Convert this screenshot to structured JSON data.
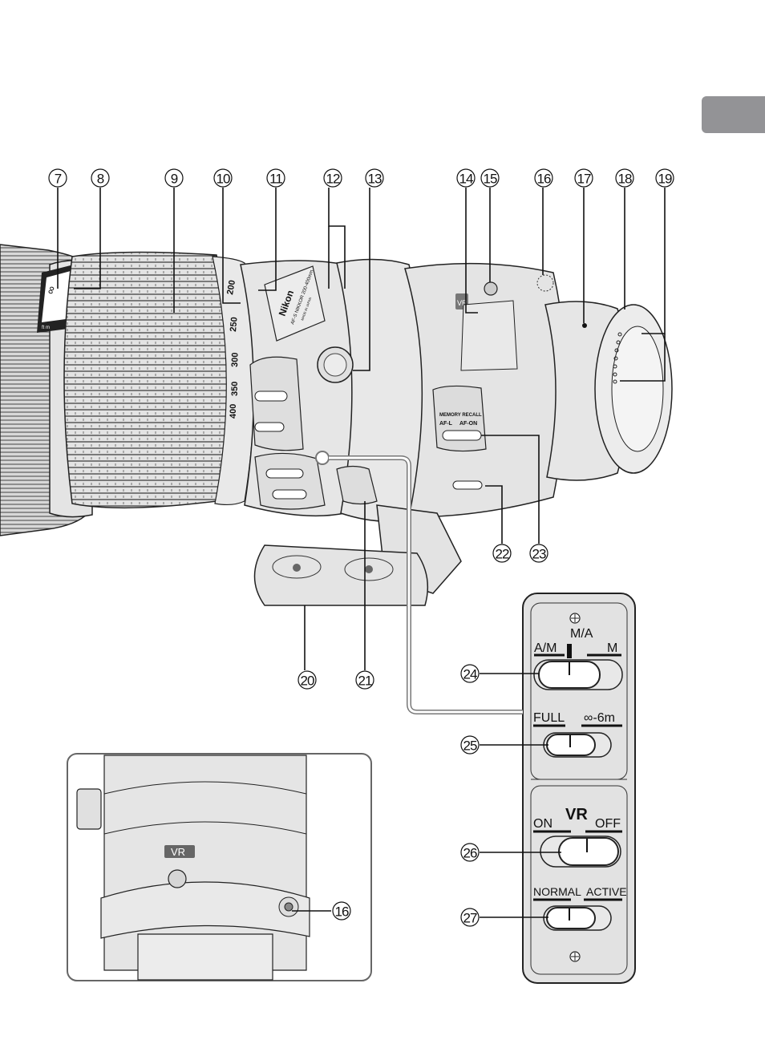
{
  "page": {
    "section_tab": {
      "color": "#939396"
    }
  },
  "callouts": [
    {
      "id": "7",
      "label": "⑦"
    },
    {
      "id": "8",
      "label": "⑧"
    },
    {
      "id": "9",
      "label": "⑨"
    },
    {
      "id": "10",
      "label": "⑩"
    },
    {
      "id": "11",
      "label": "⑪"
    },
    {
      "id": "12",
      "label": "⑫"
    },
    {
      "id": "13",
      "label": "⑬"
    },
    {
      "id": "14",
      "label": "⑭"
    },
    {
      "id": "15",
      "label": "⑮"
    },
    {
      "id": "16",
      "label": "⑯"
    },
    {
      "id": "17",
      "label": "⑰"
    },
    {
      "id": "18",
      "label": "⑱"
    },
    {
      "id": "19",
      "label": "⑲"
    },
    {
      "id": "20",
      "label": "⑳"
    },
    {
      "id": "21",
      "label": "㉑"
    },
    {
      "id": "22",
      "label": "㉒"
    },
    {
      "id": "23",
      "label": "㉓"
    },
    {
      "id": "24",
      "label": "㉔"
    },
    {
      "id": "25",
      "label": "㉕"
    },
    {
      "id": "26",
      "label": "㉖"
    },
    {
      "id": "27",
      "label": "㉗"
    },
    {
      "id": "16b",
      "label": "⑯"
    }
  ],
  "lens": {
    "zoom_scale": [
      "200",
      "250",
      "300",
      "350",
      "400"
    ],
    "brand": "Nikon",
    "model": "AF-S NIKKOR 200-400mm",
    "made_in": "MADE IN JAPAN",
    "distance_window": {
      "infinity": "∞",
      "unit": "ft m"
    },
    "vr_badge": "VR",
    "memory_recall": {
      "title": "MEMORY RECALL",
      "left": "AF-L",
      "right": "AF-ON"
    }
  },
  "switch_panel": {
    "focus_mode": {
      "left": "A/M",
      "center": "M/A",
      "right": "M"
    },
    "focus_limit": {
      "left": "FULL",
      "right": "∞-6m"
    },
    "vr_label": "VR",
    "vr_power": {
      "left": "ON",
      "right": "OFF"
    },
    "vr_mode": {
      "left": "NORMAL",
      "right": "ACTIVE"
    }
  },
  "inset": {
    "vr_badge": "VR"
  }
}
